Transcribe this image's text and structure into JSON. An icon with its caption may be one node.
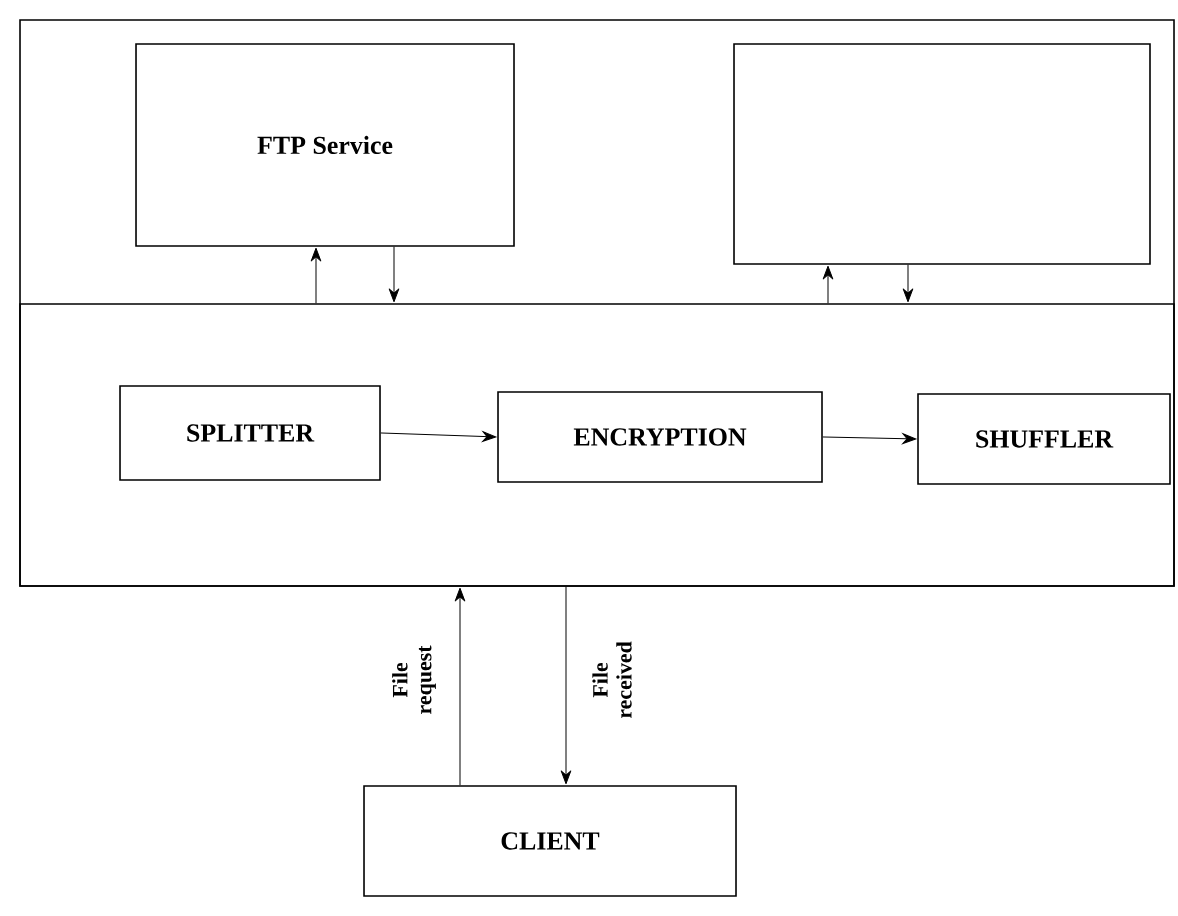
{
  "diagram": {
    "nodes": [
      {
        "text": [],
        "shape": "box"
      },
      {
        "text": [
          "FTP Service"
        ],
        "in": 0
      },
      {
        "text": [],
        "shape": "box",
        "in": 0
      },
      {
        "text": [],
        "shape": "box",
        "in": 0
      },
      {
        "text": [
          "SPLITTER"
        ],
        "in": 3
      },
      {
        "text": [
          "ENCRYPTION"
        ],
        "in": 3
      },
      {
        "text": [
          "SHUFFLER"
        ],
        "in": 3
      },
      {
        "text": [
          "CLIENT"
        ]
      }
    ],
    "edges": [
      {
        "from": 3,
        "to": 1,
        "arrow": "to"
      },
      {
        "from": 1,
        "to": 3,
        "arrow": "to"
      },
      {
        "from": 3,
        "to": 2,
        "arrow": "to"
      },
      {
        "from": 2,
        "to": 3,
        "arrow": "to"
      },
      {
        "from": 4,
        "to": 5,
        "arrow": "to"
      },
      {
        "from": 5,
        "to": 6,
        "arrow": "to"
      },
      {
        "from": 7,
        "to": 0,
        "arrow": "to",
        "label": "File request"
      },
      {
        "from": 0,
        "to": 7,
        "arrow": "to",
        "label": "File received"
      }
    ]
  }
}
